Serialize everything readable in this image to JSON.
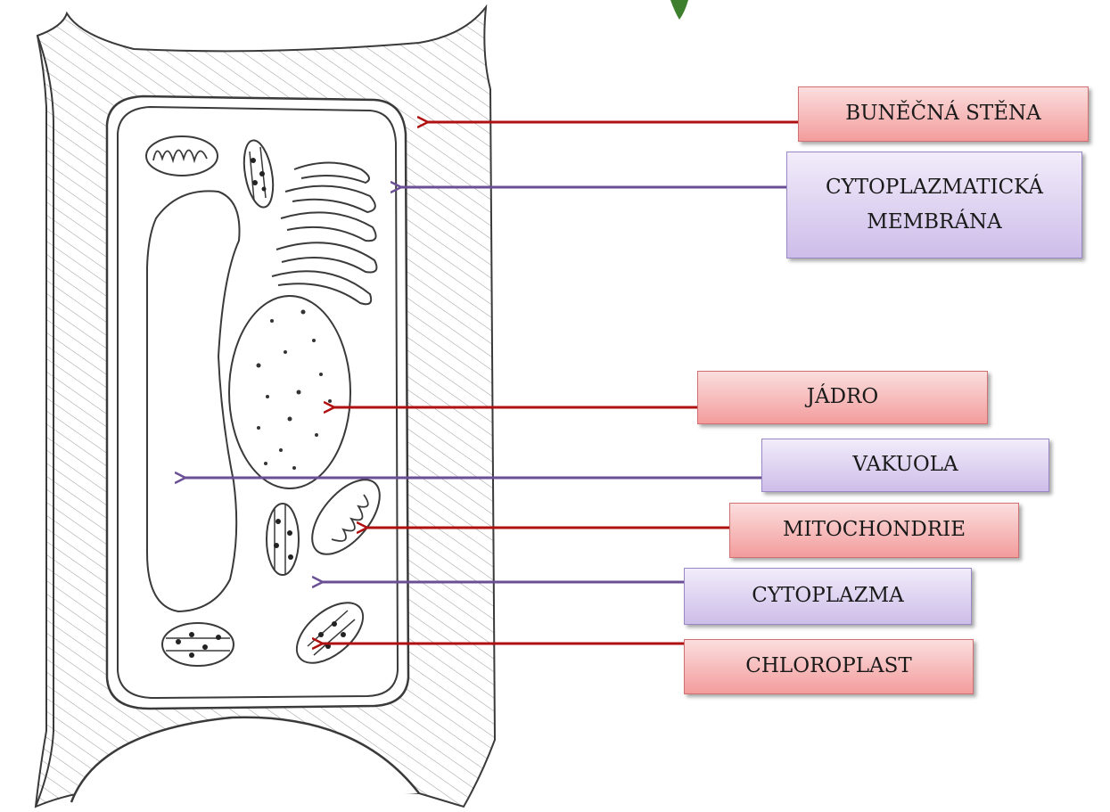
{
  "labels": {
    "cell_wall": "BUNĚČNÁ STĚNA",
    "membrane_line1": "CYTOPLAZMATICKÁ",
    "membrane_line2": "MEMBRÁNA",
    "nucleus": "JÁDRO",
    "vacuole": "VAKUOLA",
    "mitochondrion": "MITOCHONDRIE",
    "cytoplasm": "CYTOPLAZMA",
    "chloroplast": "CHLOROPLAST"
  },
  "colors": {
    "red_arrow": "#b01010",
    "purple_arrow": "#6a4f94",
    "red_box": "#f39c9c",
    "purple_box": "#cdbde9",
    "ink": "#3a3a3a",
    "leaf": "#3e7f2e"
  }
}
